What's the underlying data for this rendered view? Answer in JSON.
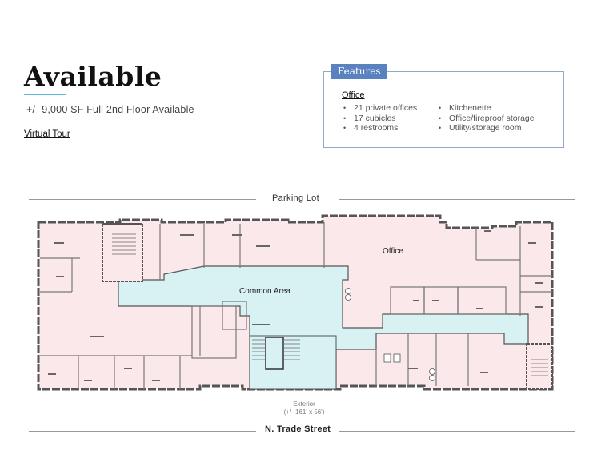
{
  "header": {
    "title": "Available",
    "subtitle": "+/- 9,000 SF Full 2nd Floor Available",
    "virtual_tour_link": "Virtual Tour"
  },
  "features": {
    "tab_label": "Features",
    "section_heading": "Office",
    "column_1": [
      "21 private offices",
      "17 cubicles",
      "4 restrooms"
    ],
    "column_2": [
      "Kitchenette",
      "Office/fireproof storage",
      "Utility/storage room"
    ]
  },
  "floor_plan": {
    "top_street": "Parking Lot",
    "bottom_street": "N. Trade Street",
    "labels": {
      "office": "Office",
      "common_area": "Common Area"
    },
    "exterior_label": "Exterior",
    "exterior_dims": "(+/- 161' x 56')",
    "colors": {
      "office_fill": "#fbe8ea",
      "common_fill": "#d8f1f3",
      "wall": "#555555",
      "accent_underline": "#5bb8df",
      "features_tab": "#5b82c0",
      "features_border": "#8fa9cf"
    }
  }
}
